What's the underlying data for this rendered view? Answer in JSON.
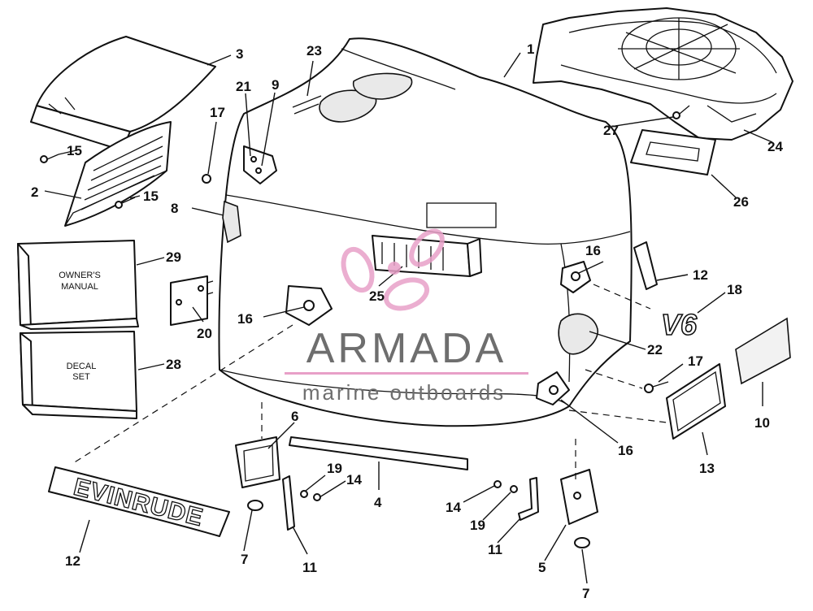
{
  "watermark": {
    "brand": "ARMADA",
    "tagline": "marine outboards",
    "accent_color": "#e8a0c8",
    "text_color": "#6e6e6e"
  },
  "boxes": {
    "owners_manual_line1": "OWNER'S",
    "owners_manual_line2": "MANUAL",
    "decal_set_line1": "DECAL",
    "decal_set_line2": "SET"
  },
  "decals": {
    "evinrude": "EVINRUDE",
    "v6": "V6"
  },
  "part_labels": {
    "l1": "1",
    "l2": "2",
    "l3": "3",
    "l4": "4",
    "l5": "5",
    "l6": "6",
    "l7a": "7",
    "l7b": "7",
    "l8": "8",
    "l9": "9",
    "l10": "10",
    "l11a": "11",
    "l11b": "11",
    "l12a": "12",
    "l12b": "12",
    "l13": "13",
    "l14a": "14",
    "l14b": "14",
    "l15a": "15",
    "l15b": "15",
    "l16a": "16",
    "l16b": "16",
    "l16c": "16",
    "l17a": "17",
    "l17b": "17",
    "l18": "18",
    "l19a": "19",
    "l19b": "19",
    "l20": "20",
    "l21": "21",
    "l22": "22",
    "l23": "23",
    "l24": "24",
    "l25": "25",
    "l26": "26",
    "l27": "27",
    "l28": "28",
    "l29": "29"
  }
}
